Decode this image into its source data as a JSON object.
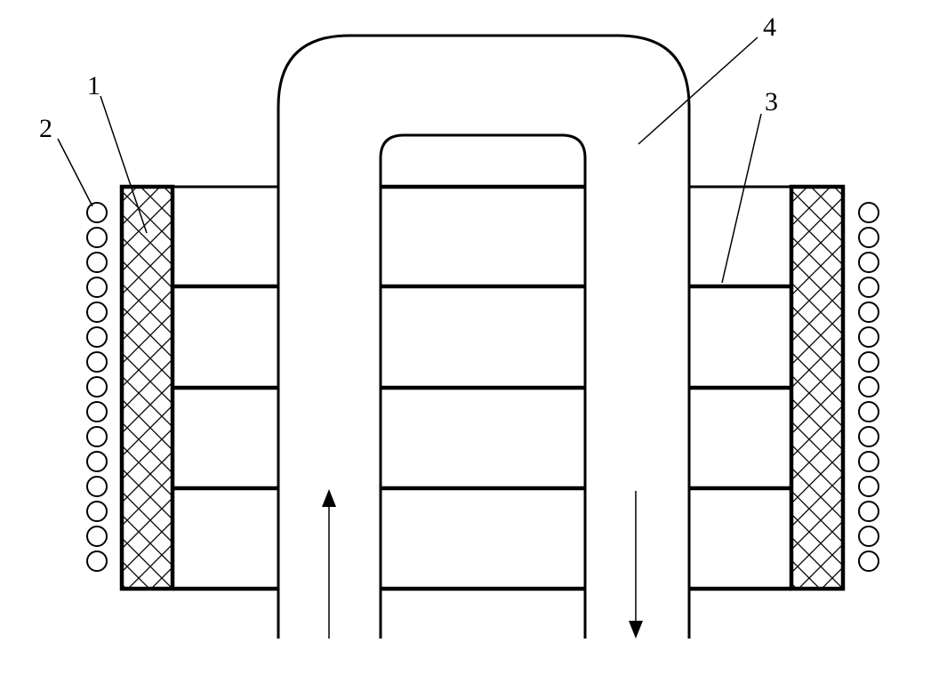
{
  "labels": {
    "insulation": "1",
    "coil": "2",
    "plate": "3",
    "tube": "4"
  },
  "colors": {
    "line": "#000000",
    "background": "#ffffff"
  },
  "flow": {
    "inlet_direction": "up",
    "outlet_direction": "down"
  }
}
